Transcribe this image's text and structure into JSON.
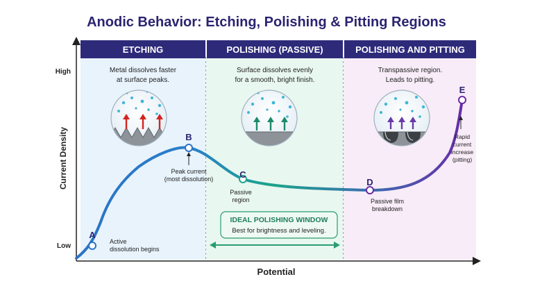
{
  "title": "Anodic Behavior: Etching, Polishing & Pitting Regions",
  "axes": {
    "y_label": "Current Density",
    "y_high": "High",
    "y_low": "Low",
    "x_label": "Potential"
  },
  "regions": [
    {
      "id": "etching",
      "header": "ETCHING",
      "desc_line1": "Metal dissolves faster",
      "desc_line2": "at surface peaks."
    },
    {
      "id": "polishing",
      "header": "POLISHING (PASSIVE)",
      "desc_line1": "Surface dissolves evenly",
      "desc_line2": "for a smooth, bright finish."
    },
    {
      "id": "pitting",
      "header": "POLISHING AND PITTING",
      "desc_line1": "Transpassive region.",
      "desc_line2": "Leads to pitting."
    }
  ],
  "points": [
    {
      "label": "A",
      "note_line1": "Active",
      "note_line2": "dissolution begins"
    },
    {
      "label": "B",
      "note_line1": "Peak current",
      "note_line2": "(most dissolution)"
    },
    {
      "label": "C",
      "note_line1": "Passive",
      "note_line2": "region"
    },
    {
      "label": "D",
      "note_line1": "Passive film",
      "note_line2": "breakdown"
    },
    {
      "label": "E",
      "note_line1": "Rapid",
      "note_line2": "current",
      "note_line3": "increase",
      "note_line4": "(pitting)"
    }
  ],
  "window": {
    "title": "IDEAL POLISHING WINDOW",
    "subtitle": "Best for brightness and leveling."
  },
  "colors": {
    "title": "#2b2470",
    "header_bg": "#2e2a7a",
    "etching_bg": "#e8f3fc",
    "polishing_bg": "#e8f7f0",
    "pitting_bg": "#f7ecf7",
    "curve_blue": "#2a73c6",
    "curve_teal": "#1aa58a",
    "curve_purple": "#6a2aa8",
    "window_green": "#2a9d6e",
    "arrow_red": "#d3241f",
    "arrow_green": "#1b8a6b",
    "arrow_purple": "#6a3aa8"
  }
}
